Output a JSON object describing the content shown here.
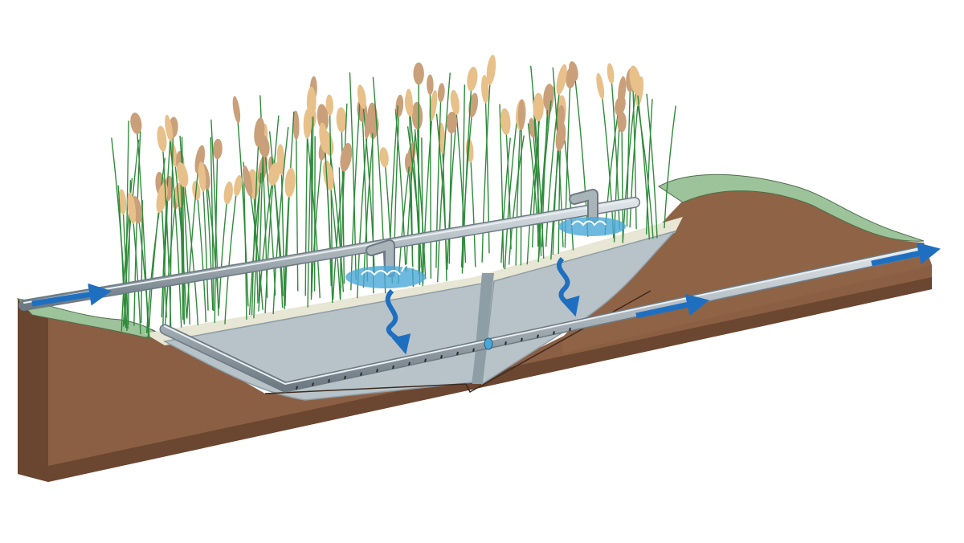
{
  "diagram": {
    "title": "",
    "kind": "wetland-cross-section-illustration",
    "colors": {
      "background": "#ffffff",
      "soil_face": "#8b5f43",
      "soil_dark": "#5a3b28",
      "soil_top": "#a97c5c",
      "grass": "#9cc39a",
      "bed": "#b7c3c8",
      "bed_edge": "#8e9ea6",
      "liner": "#e8e6d4",
      "pipe": "#a9b3ba",
      "pipe_dark": "#6d7a83",
      "water": "#4aa8d8",
      "arrow": "#1f6fc0",
      "reed_stem": "#2e8b3a",
      "reed_plume": "#c9a07a",
      "reed_plume_light": "#e8c08a"
    },
    "flow_arrows": [
      {
        "id": "inflow",
        "direction": "right"
      },
      {
        "id": "infiltration-1",
        "direction": "down"
      },
      {
        "id": "infiltration-2",
        "direction": "down"
      },
      {
        "id": "outflow-1",
        "direction": "right"
      },
      {
        "id": "outflow-2",
        "direction": "right"
      }
    ],
    "icons": [
      "inflow-arrow",
      "infiltration-arrow",
      "outflow-arrow",
      "water-splash",
      "reed-plant"
    ]
  }
}
